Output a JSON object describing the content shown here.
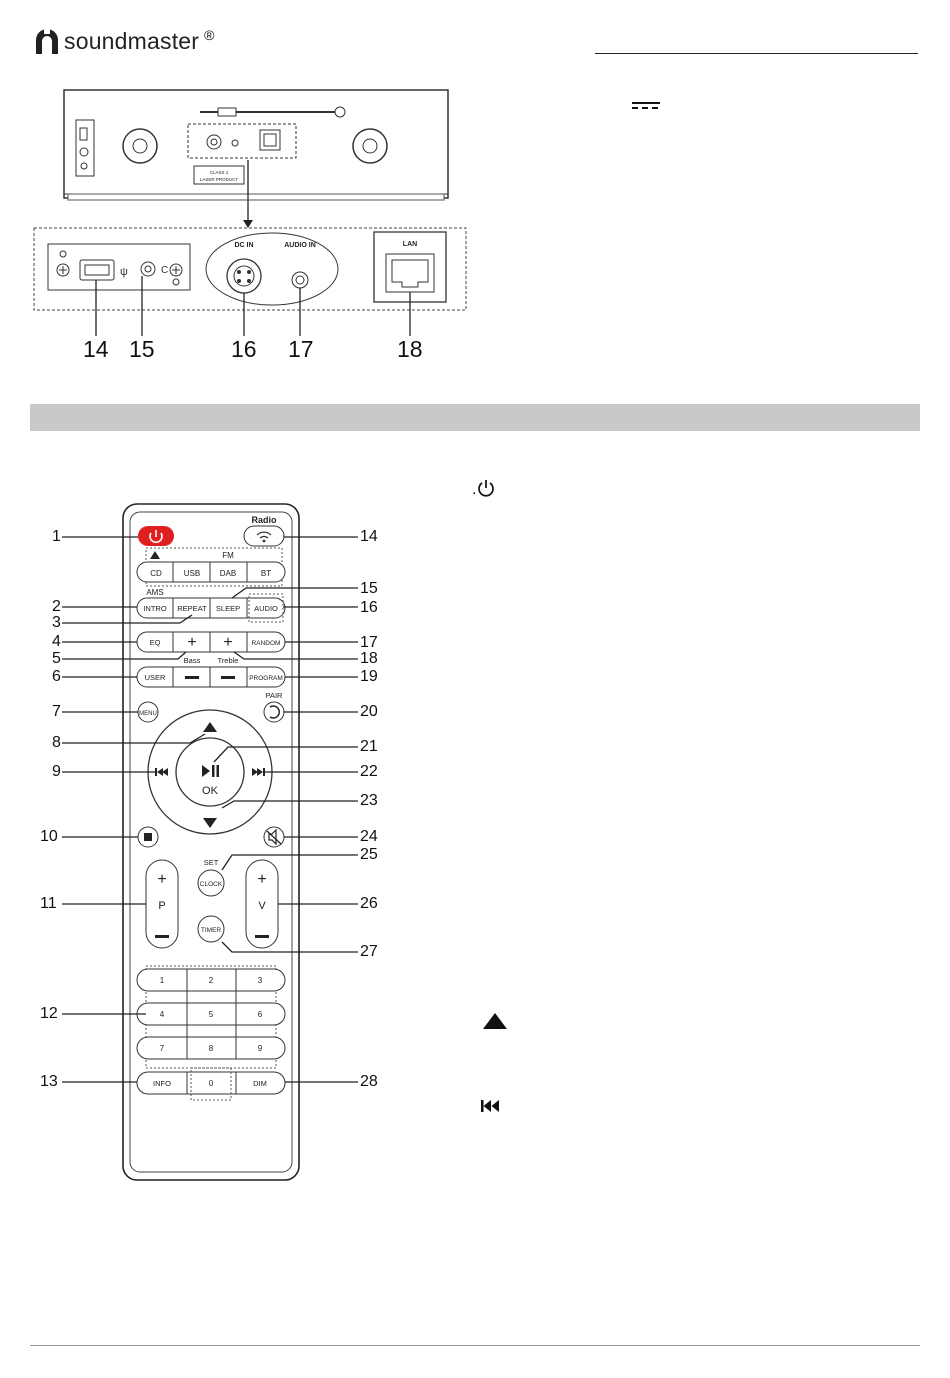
{
  "header": {
    "brand": "soundmaster",
    "registered": "®"
  },
  "rear_panel": {
    "callouts": [
      "14",
      "15",
      "16",
      "17",
      "18"
    ],
    "port_labels": {
      "dc_in": "DC IN",
      "audio_in": "AUDIO IN",
      "lan": "LAN",
      "class_label_1": "CLASS 1",
      "class_label_2": "LASER PRODUCT"
    }
  },
  "remote": {
    "keys": {
      "radio": "Radio",
      "fm": "FM",
      "cd": "CD",
      "usb": "USB",
      "dab": "DAB",
      "bt": "BT",
      "ams": "AMS",
      "intro": "INTRO",
      "repeat": "REPEAT",
      "sleep": "SLEEP",
      "audio": "AUDIO",
      "eq": "EQ",
      "random": "RANDOM",
      "bass": "Bass",
      "treble": "Treble",
      "user": "USER",
      "program": "PROGRAM",
      "menu": "MENU",
      "pair": "PAIR",
      "ok": "OK",
      "set": "SET",
      "clock": "CLOCK",
      "timer": "TIMER",
      "p": "P",
      "v": "V",
      "info": "INFO",
      "dim": "DIM",
      "digits": [
        "1",
        "2",
        "3",
        "4",
        "5",
        "6",
        "7",
        "8",
        "9",
        "0"
      ]
    },
    "callouts_left": [
      "1",
      "2",
      "3",
      "4",
      "5",
      "6",
      "7",
      "8",
      "9",
      "10",
      "11",
      "12",
      "13"
    ],
    "callouts_right": [
      "14",
      "15",
      "16",
      "17",
      "18",
      "19",
      "20",
      "21",
      "22",
      "23",
      "24",
      "25",
      "26",
      "27",
      "28"
    ]
  },
  "side_icons": {
    "power_prefix": "."
  },
  "icons": [
    "soundmaster-logo-icon",
    "dc-symbol-icon",
    "power-icon",
    "up-triangle-icon",
    "skip-back-icon"
  ]
}
